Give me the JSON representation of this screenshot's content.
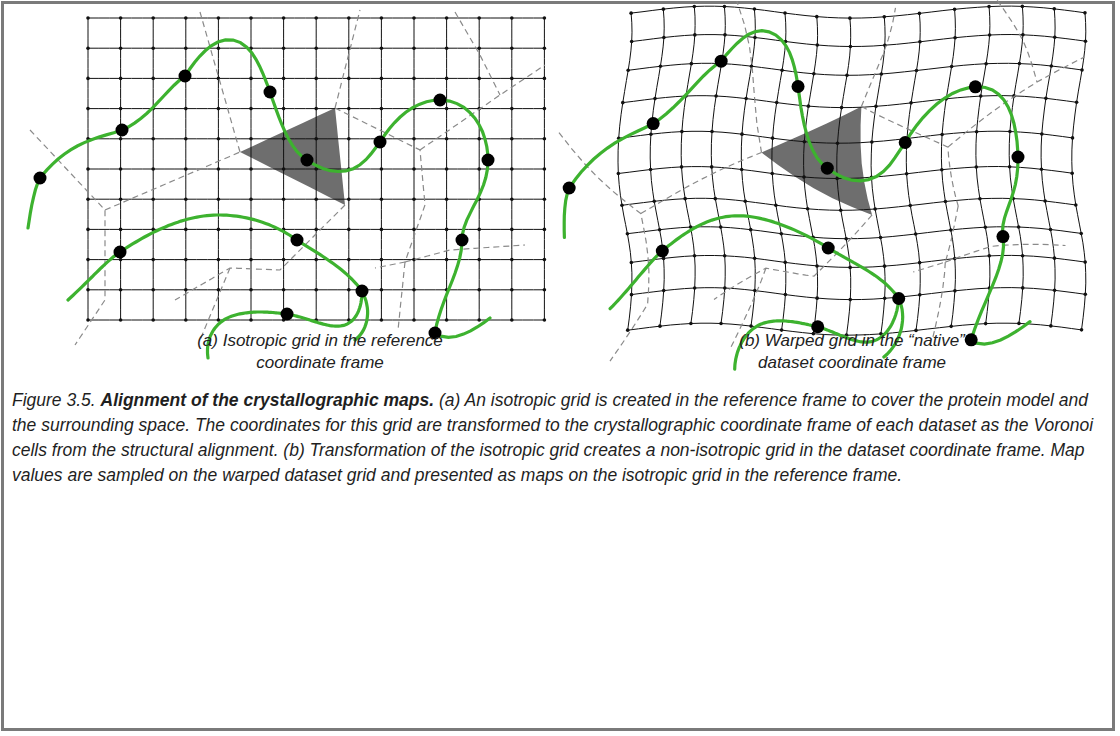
{
  "diagram": {
    "caption": "Figure 3.5. Alignment of the crystallographic maps. (a) An isotropic grid is created in the reference frame to cover the protein model and the surrounding space. The coordinates for this grid are transformed to the crystallographic coordinate frame of each dataset as the Voronoi cells from the structural alignment. (b) Transformation of the isotropic grid creates a non-isotropic grid in the dataset coordinate frame. Map values are sampled on the warped dataset grid and presented as maps on the isotropic grid in the reference frame.",
    "labels": [
      "(a) Isotropic grid in the reference coordinate frame",
      "(b) Warped grid in the “native” dataset coordinate frame"
    ]
  }
}
